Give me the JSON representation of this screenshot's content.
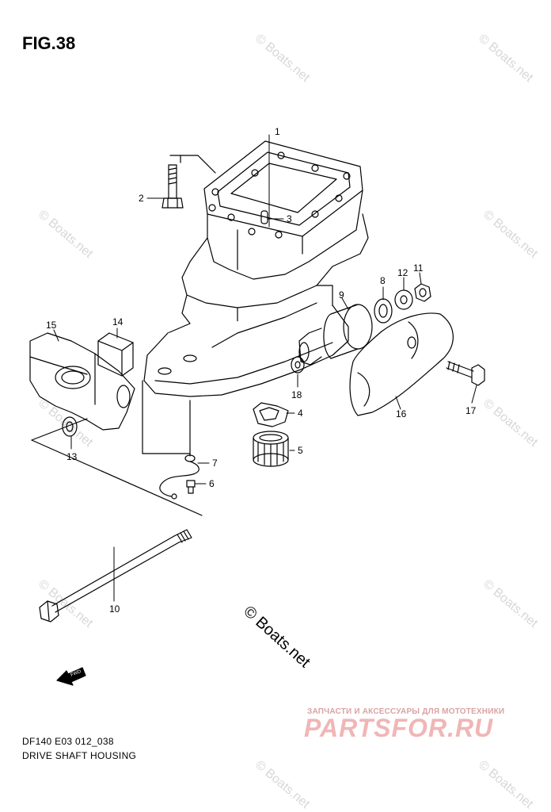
{
  "figure": {
    "title": "FIG.38",
    "code": "DF140 E03 012_038",
    "name": "DRIVE SHAFT HOUSING",
    "fwd_label": "FWD"
  },
  "copyright": "© Boats.net",
  "watermark": "© Boats.net",
  "brand": {
    "tagline": "ЗАПЧАСТИ И АКСЕССУАРЫ ДЛЯ МОТОТЕХНИКИ",
    "logo": "PARTSFOR.RU"
  },
  "callouts": [
    "1",
    "2",
    "3",
    "4",
    "5",
    "6",
    "7",
    "8",
    "9",
    "10",
    "11",
    "12",
    "13",
    "14",
    "15",
    "16",
    "17",
    "18"
  ]
}
